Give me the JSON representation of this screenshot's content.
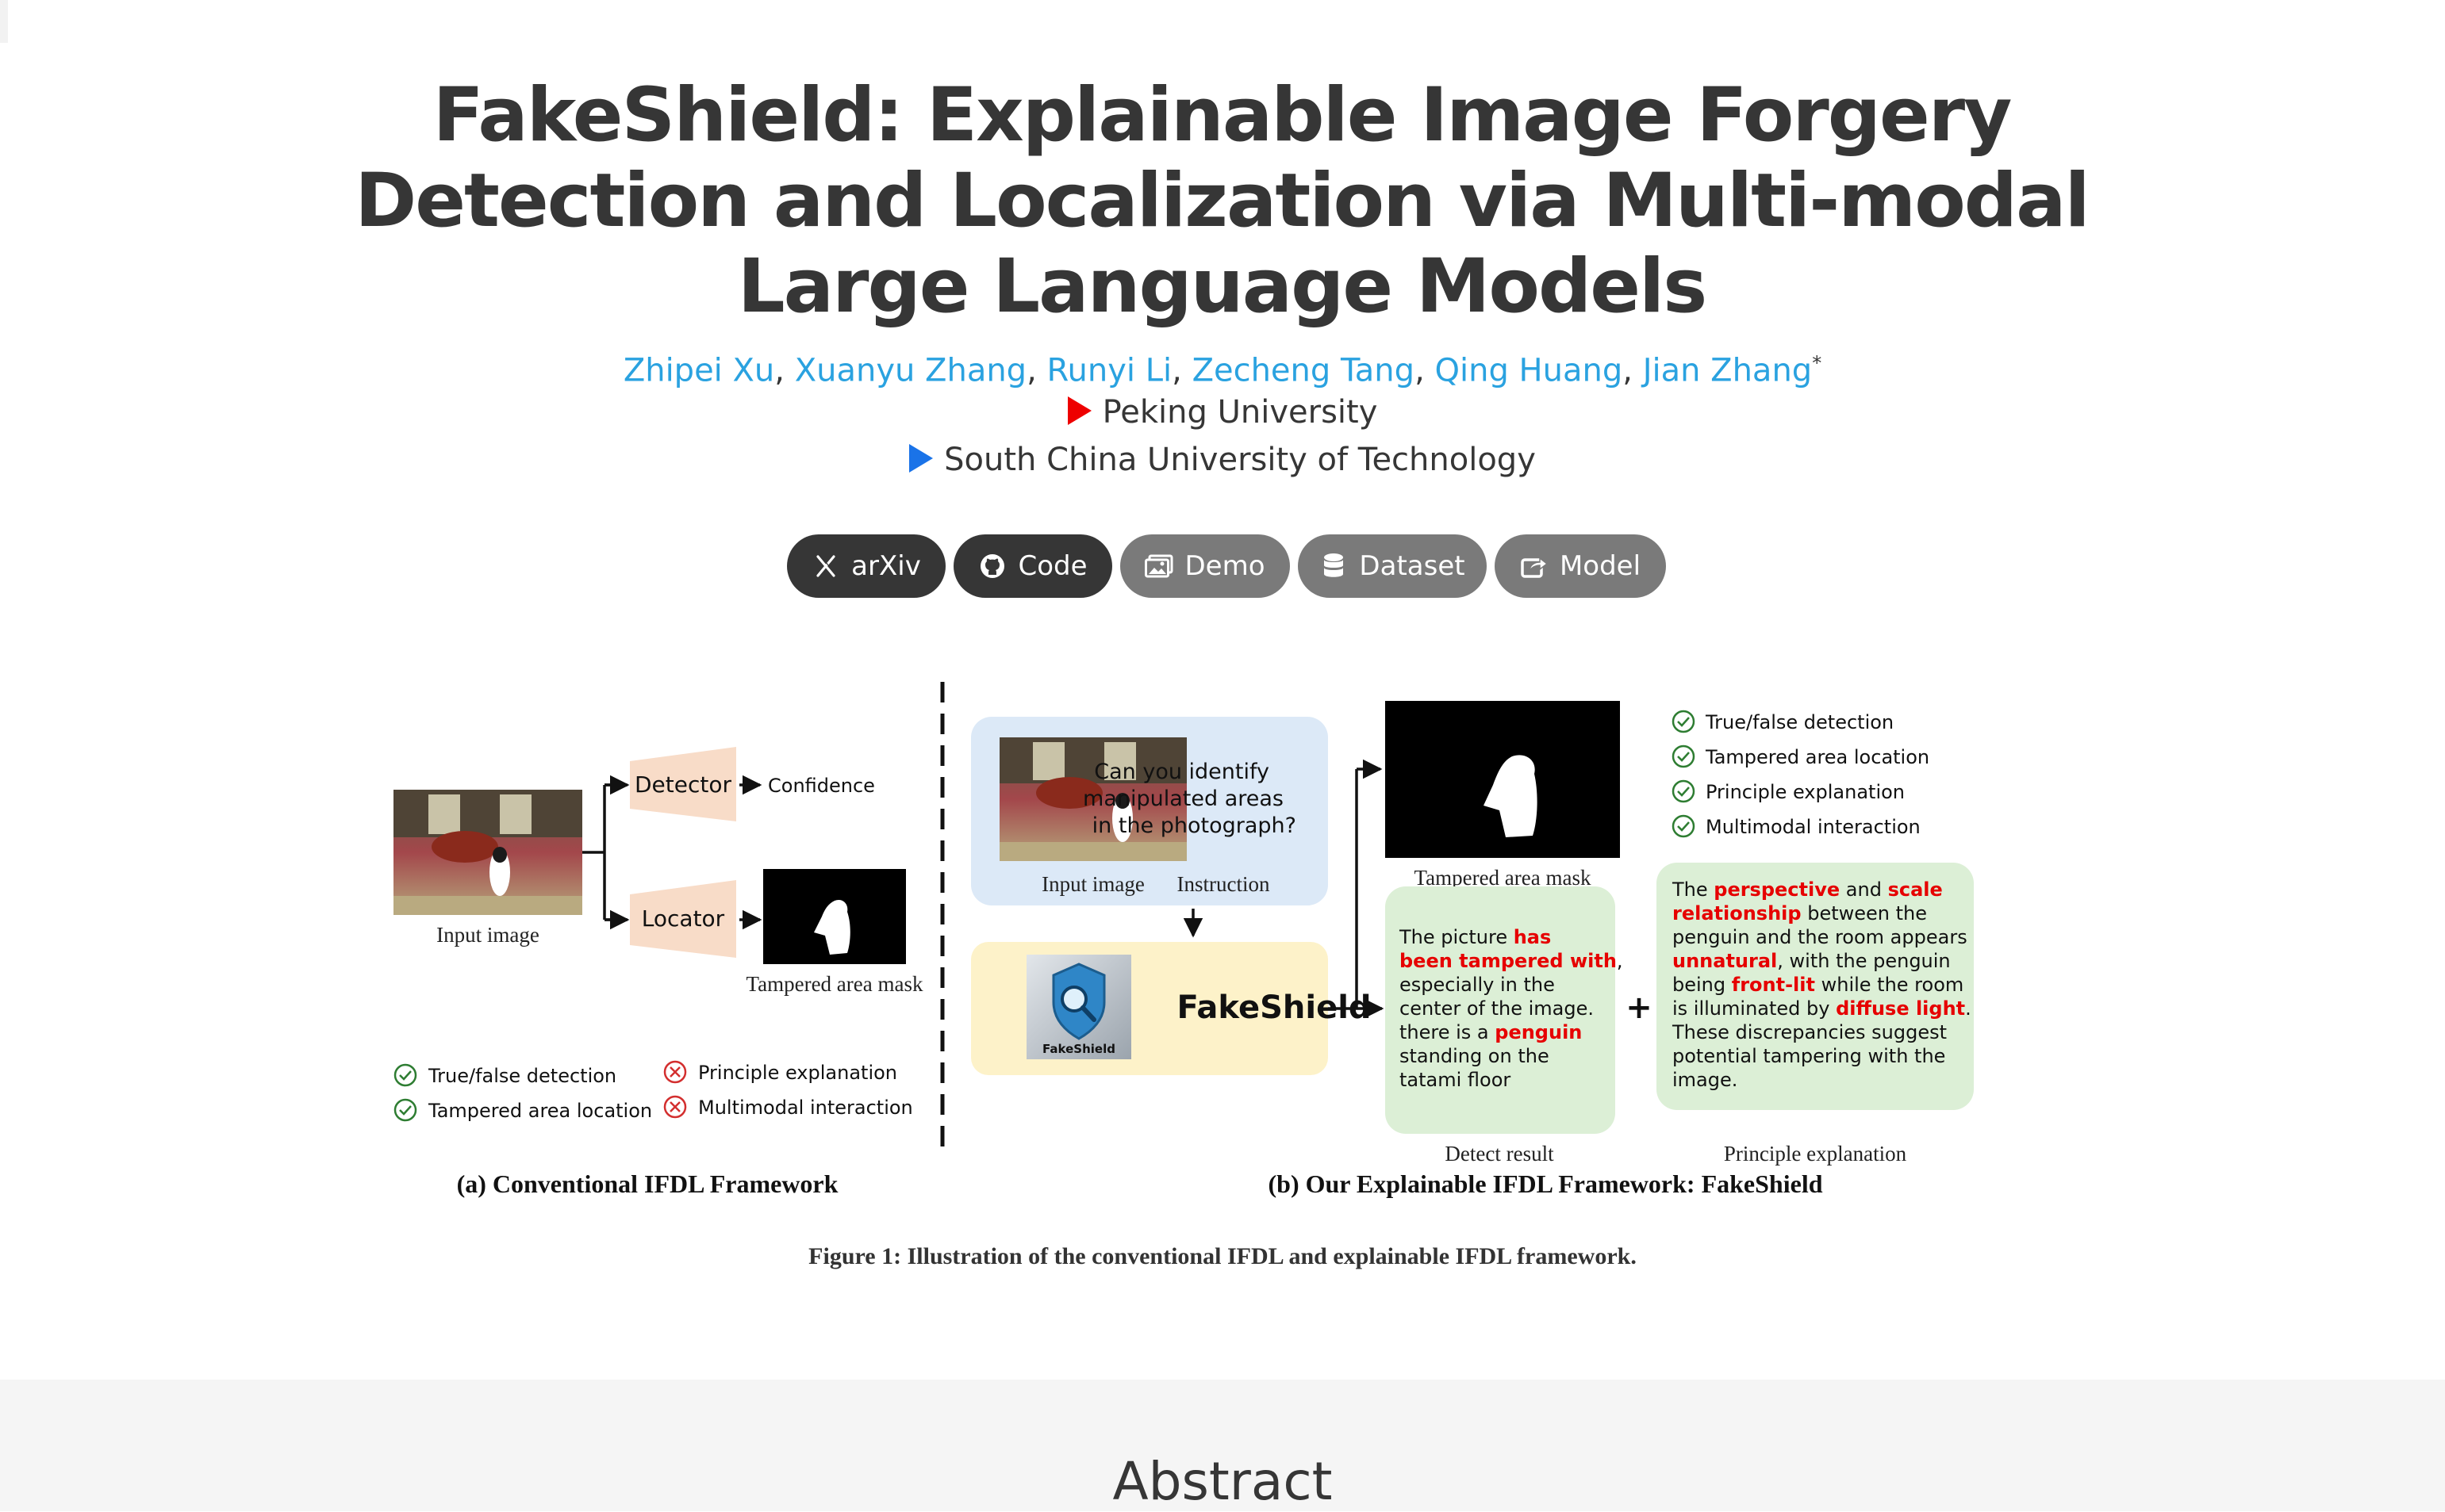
{
  "page": {
    "title": "FakeShield: Explainable Image Forgery Detection and Localization via Multi-modal Large Language Models",
    "authors": [
      {
        "name": "Zhipei Xu"
      },
      {
        "name": "Xuanyu Zhang"
      },
      {
        "name": "Runyi Li"
      },
      {
        "name": "Zecheng Tang"
      },
      {
        "name": "Qing Huang"
      },
      {
        "name": "Jian Zhang",
        "mark": "*"
      }
    ],
    "affiliations": [
      {
        "name": "Peking University",
        "color": "#ee0000"
      },
      {
        "name": "South China University of Technology",
        "color": "#1a73e8"
      }
    ]
  },
  "buttons": {
    "arxiv": {
      "label": "arXiv",
      "icon": "arxiv-icon"
    },
    "code": {
      "label": "Code",
      "icon": "github-icon"
    },
    "demo": {
      "label": "Demo",
      "icon": "images-icon"
    },
    "dataset": {
      "label": "Dataset",
      "icon": "database-icon"
    },
    "model": {
      "label": "Model",
      "icon": "share-icon"
    }
  },
  "figure": {
    "left": {
      "input_label": "Input image",
      "detector": "Detector",
      "confidence": "Confidence",
      "locator": "Locator",
      "mask_label": "Tampered area mask",
      "checks": [
        "True/false detection",
        "Tampered area location"
      ],
      "crosses": [
        "Principle explanation",
        "Multimodal interaction"
      ],
      "subtitle": "(a) Conventional IFDL Framework"
    },
    "right": {
      "question": [
        "Can you identify",
        "manipulated areas",
        "in the photograph?"
      ],
      "input_label": "Input image",
      "instruction_label": "Instruction",
      "model_name": "FakeShield",
      "logo_text": "FakeShield",
      "mask_label": "Tampered area mask",
      "checks": [
        "True/false detection",
        "Tampered area location",
        "Principle explanation",
        "Multimodal interaction"
      ],
      "detect": {
        "t1": "The picture ",
        "h1": "has",
        "h2": "been tampered with",
        "t2": ",",
        "l3": "especially in the",
        "l4": "center of the image.",
        "t5": "there is a ",
        "h5": "penguin",
        "l6": "standing on the",
        "l7": "tatami floor"
      },
      "detect_label": "Detect result",
      "plus": "+",
      "explain": {
        "t1a": "The ",
        "h1a": "perspective",
        "t1b": " and ",
        "h1b": "scale",
        "h2": "relationship",
        "t2": " between the",
        "l3": "penguin and the room appears",
        "h4": "unnatural",
        "t4": ", with the penguin",
        "t5a": "being ",
        "h5": "front-lit",
        "t5b": " while the room",
        "t6": "is illuminated by ",
        "h6": "diffuse light",
        "t6b": ".",
        "l7": "These discrepancies suggest",
        "l8": "potential tampering with the",
        "l9": "image."
      },
      "explain_label": "Principle explanation",
      "subtitle": "(b) Our Explainable IFDL Framework: FakeShield"
    },
    "caption": "Figure 1: Illustration of the conventional IFDL and explainable IFDL framework.",
    "colors": {
      "highlight": "#e60000",
      "check": "#2e7d32",
      "cross": "#d32f2f",
      "peach": "#f8dcc8",
      "blue_box": "#dce9f7",
      "yellow_box": "#fdf2c9",
      "green_box": "#dcefd6"
    }
  },
  "abstract": {
    "title": "Abstract"
  }
}
